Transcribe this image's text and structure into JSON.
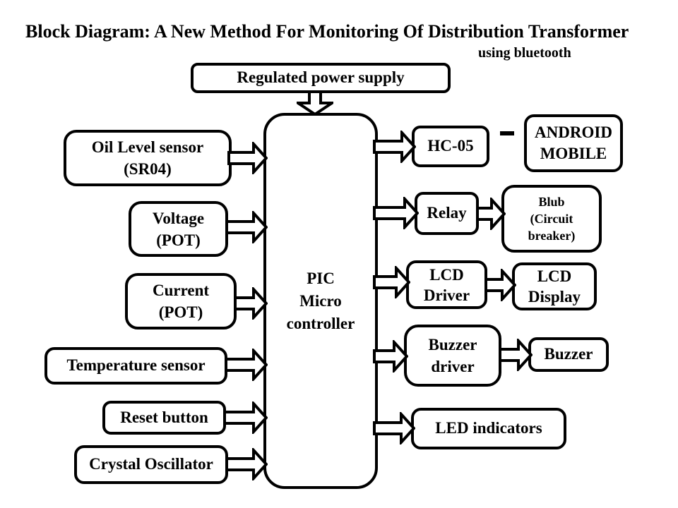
{
  "title": "Block Diagram: A New Method For Monitoring Of Distribution Transformer",
  "subtitle": "using bluetooth",
  "nodes": {
    "power_supply": {
      "label": "Regulated power supply"
    },
    "pic": {
      "line1": "PIC",
      "line2": "Micro",
      "line3": "controller"
    },
    "oil": {
      "line1": "Oil Level sensor",
      "line2": "(SR04)"
    },
    "voltage": {
      "line1": "Voltage",
      "line2": "(POT)"
    },
    "current": {
      "line1": "Current",
      "line2": "(POT)"
    },
    "temperature": {
      "label": "Temperature sensor"
    },
    "reset": {
      "label": "Reset button"
    },
    "crystal": {
      "label": "Crystal Oscillator"
    },
    "hc05": {
      "label": "HC-05"
    },
    "android": {
      "line1": "ANDROID",
      "line2": "MOBILE"
    },
    "relay": {
      "label": "Relay"
    },
    "bulb": {
      "line1": "Blub",
      "line2": "(Circuit",
      "line3": "breaker)"
    },
    "lcd_driver": {
      "line1": "LCD",
      "line2": "Driver"
    },
    "lcd_display": {
      "line1": "LCD",
      "line2": "Display"
    },
    "buzzer_driver": {
      "line1": "Buzzer",
      "line2": "driver"
    },
    "buzzer": {
      "label": "Buzzer"
    },
    "led": {
      "label": "LED indicators"
    }
  },
  "connections": [
    {
      "from": "Regulated power supply",
      "to": "PIC Micro controller",
      "type": "arrow"
    },
    {
      "from": "Oil Level sensor (SR04)",
      "to": "PIC Micro controller",
      "type": "arrow"
    },
    {
      "from": "Voltage (POT)",
      "to": "PIC Micro controller",
      "type": "arrow"
    },
    {
      "from": "Current (POT)",
      "to": "PIC Micro controller",
      "type": "arrow"
    },
    {
      "from": "Temperature sensor",
      "to": "PIC Micro controller",
      "type": "arrow"
    },
    {
      "from": "Reset button",
      "to": "PIC Micro controller",
      "type": "arrow"
    },
    {
      "from": "Crystal Oscillator",
      "to": "PIC Micro controller",
      "type": "arrow"
    },
    {
      "from": "PIC Micro controller",
      "to": "HC-05",
      "type": "arrow"
    },
    {
      "from": "HC-05",
      "to": "ANDROID MOBILE",
      "type": "dash"
    },
    {
      "from": "PIC Micro controller",
      "to": "Relay",
      "type": "arrow"
    },
    {
      "from": "Relay",
      "to": "Blub (Circuit breaker)",
      "type": "arrow"
    },
    {
      "from": "PIC Micro controller",
      "to": "LCD Driver",
      "type": "arrow"
    },
    {
      "from": "LCD Driver",
      "to": "LCD Display",
      "type": "arrow"
    },
    {
      "from": "PIC Micro controller",
      "to": "Buzzer driver",
      "type": "arrow"
    },
    {
      "from": "Buzzer driver",
      "to": "Buzzer",
      "type": "arrow"
    },
    {
      "from": "PIC Micro controller",
      "to": "LED indicators",
      "type": "arrow"
    }
  ],
  "colors": {
    "line": "#000000",
    "box_fill": "#ffffff",
    "background": "#ffffff",
    "text": "#000000"
  }
}
